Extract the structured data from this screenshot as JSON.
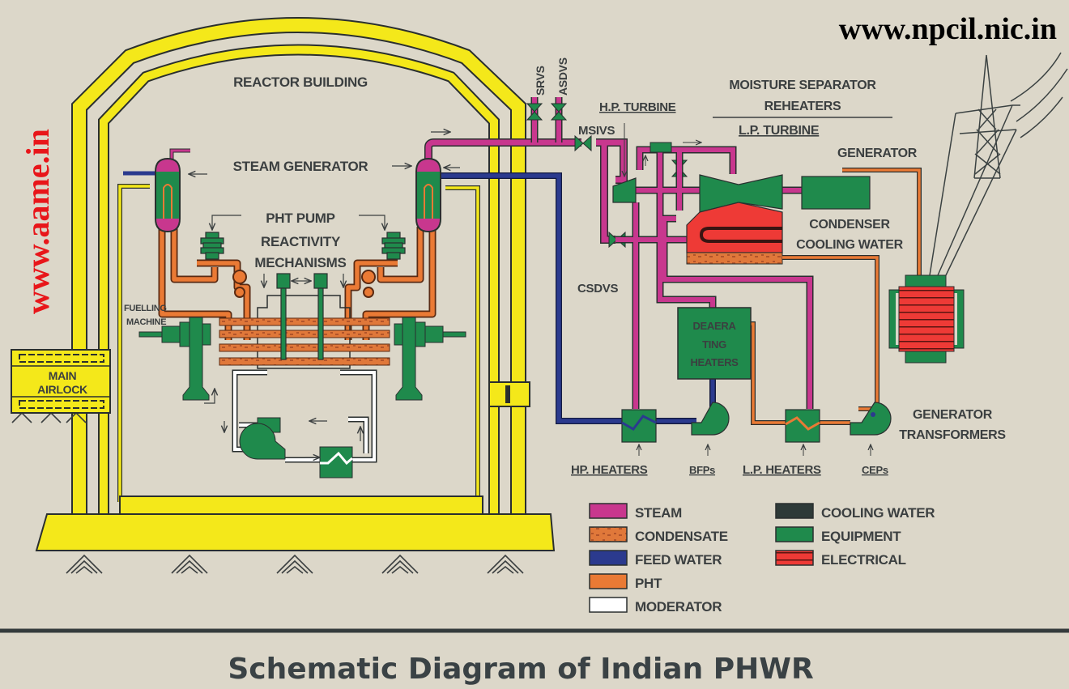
{
  "watermarks": {
    "left": "www.aame.in",
    "top_right": "www.npcil.nic.in"
  },
  "title": "Schematic Diagram of Indian PHWR",
  "labels": {
    "reactor_building": "REACTOR BUILDING",
    "steam_generator": "STEAM GENERATOR",
    "pht_pump": "PHT PUMP",
    "reactivity_1": "REACTIVITY",
    "reactivity_2": "MECHANISMS",
    "fuelling_1": "FUELLING",
    "fuelling_2": "MACHINE",
    "airlock_1": "MAIN",
    "airlock_2": "AIRLOCK",
    "srvs": "SRVS",
    "asdvs": "ASDVS",
    "msivs": "MSIVS",
    "hp_turbine": "H.P. TURBINE",
    "msr_1": "MOISTURE SEPARATOR",
    "msr_2": "REHEATERS",
    "lp_turbine": "L.P. TURBINE",
    "generator": "GENERATOR",
    "condenser": "CONDENSER",
    "cooling_water": "COOLING WATER",
    "csdvs": "CSDVS",
    "deaerating_1": "DEAERA",
    "deaerating_2": "TING",
    "deaerating_3": "HEATERS",
    "gen_transformers_1": "GENERATOR",
    "gen_transformers_2": "TRANSFORMERS",
    "hp_heaters": "HP. HEATERS",
    "bfps": "BFPs",
    "lp_heaters": "L.P. HEATERS",
    "ceps": "CEPs"
  },
  "legend": [
    {
      "label": "STEAM",
      "color": "#c8378e"
    },
    {
      "label": "CONDENSATE",
      "color": "#d9773a"
    },
    {
      "label": "FEED WATER",
      "color": "#2b3a8e"
    },
    {
      "label": "PHT",
      "color": "#ea7a35"
    },
    {
      "label": "MODERATOR",
      "color": "#ffffff"
    },
    {
      "label": "COOLING WATER",
      "color": "#2e3a38"
    },
    {
      "label": "EQUIPMENT",
      "color": "#1f8a4c"
    },
    {
      "label": "ELECTRICAL",
      "color": "#ee3a36"
    }
  ],
  "colors": {
    "background": "#dcd7c9",
    "containment": "#f4e81a",
    "steam": "#c8378e",
    "feed_water": "#2b3a8e",
    "pht": "#ea7a35",
    "equipment": "#1f8a4c",
    "electrical": "#ee3a36",
    "outline": "#2a2f2f",
    "text": "#3b3f40"
  }
}
